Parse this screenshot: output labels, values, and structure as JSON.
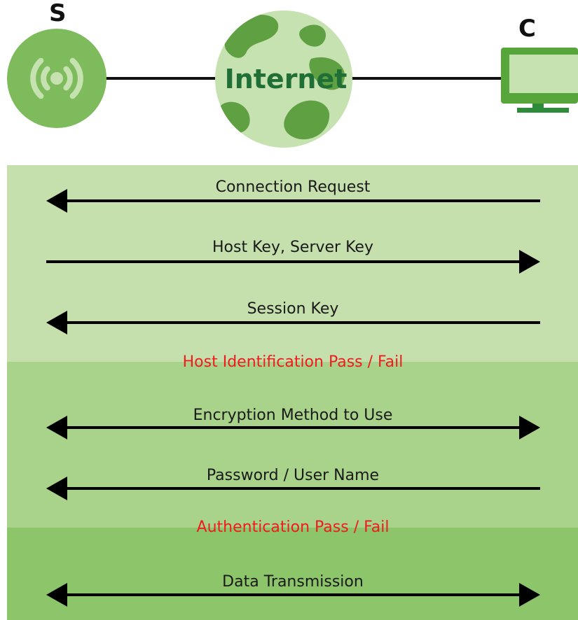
{
  "topology": {
    "server_label": "S",
    "client_label": "C",
    "internet_label": "Internet",
    "server_icon": "wireless-signal-icon",
    "internet_icon": "globe-icon",
    "client_icon": "monitor-icon"
  },
  "phases": [
    {
      "messages": [
        {
          "label": "Connection Request",
          "direction": "to-server"
        },
        {
          "label": "Host Key, Server Key",
          "direction": "to-client"
        },
        {
          "label": "Session Key",
          "direction": "to-server"
        }
      ],
      "result": "Host Identification Pass / Fail"
    },
    {
      "messages": [
        {
          "label": "Encryption Method to Use",
          "direction": "both"
        },
        {
          "label": "Password / User Name",
          "direction": "to-server"
        }
      ],
      "result": "Authentication Pass / Fail"
    },
    {
      "messages": [
        {
          "label": "Data Transmission",
          "direction": "both"
        }
      ],
      "result": ""
    }
  ],
  "colors": {
    "phase1_bg": "#c5e0ad",
    "phase2_bg": "#a9d28a",
    "phase3_bg": "#8cc56a",
    "arrow": "#000000",
    "status_text": "#ee1c1c",
    "globe_fill": "#c6e2b0",
    "globe_land": "#5fa043",
    "globe_text": "#1f6f36",
    "server_fill": "#7dbb5c",
    "server_waves": "#c6e2b0",
    "monitor_body": "#56a63c",
    "monitor_screen": "#c6e2b0",
    "monitor_stand": "#2e8b3a"
  }
}
